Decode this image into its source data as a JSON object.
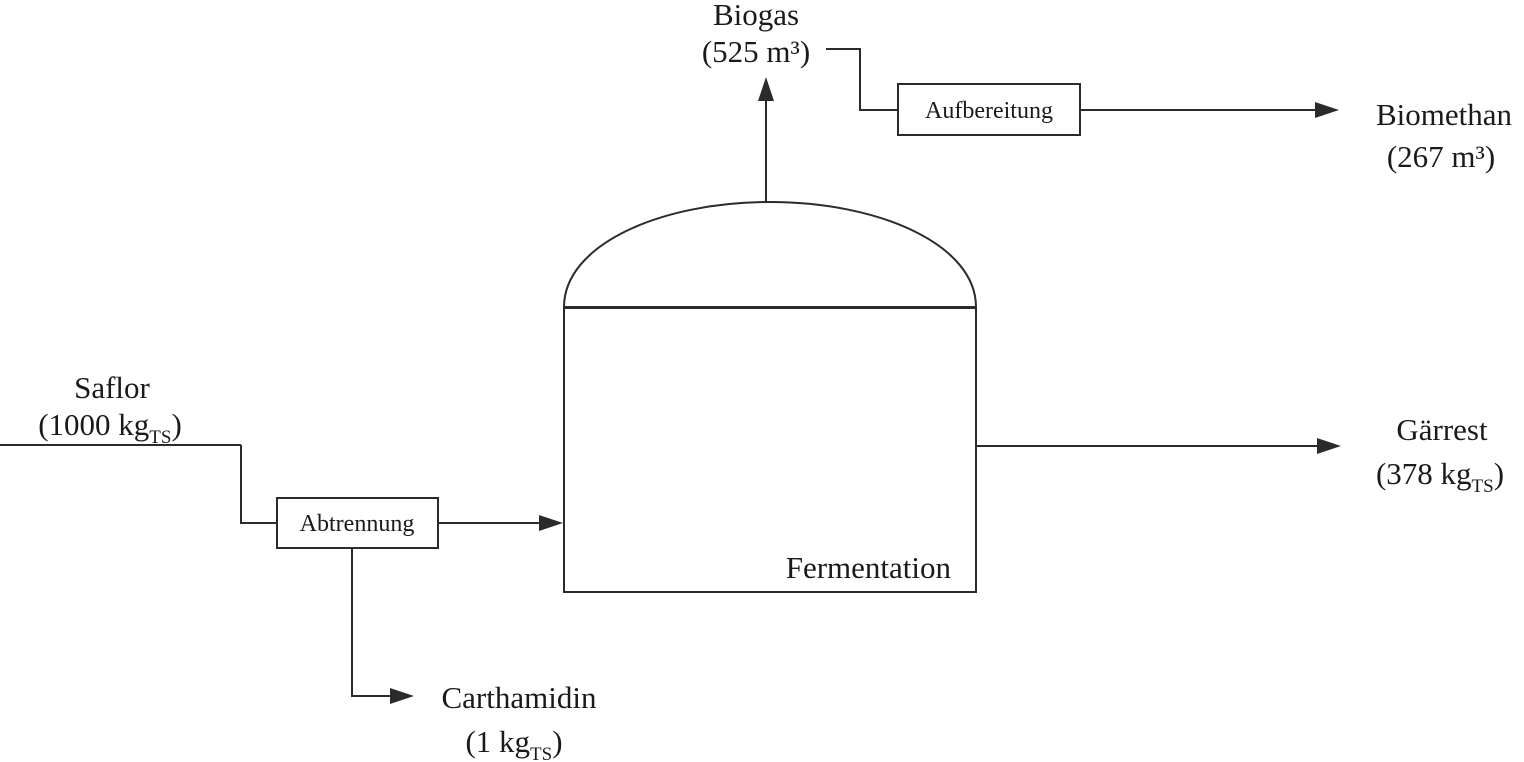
{
  "flows": {
    "saflor": {
      "name": "Saflor",
      "amount_open": "(1000 kg",
      "unit_sub": "TS",
      "amount_close": ")"
    },
    "biogas": {
      "name": "Biogas",
      "amount": "(525 m³)"
    },
    "biomethan": {
      "name": "Biomethan",
      "amount": "(267 m³)"
    },
    "gaerrest": {
      "name": "Gärrest",
      "amount_open": "(378 kg",
      "unit_sub": "TS",
      "amount_close": ")"
    },
    "carthamidin": {
      "name": "Carthamidin",
      "amount_open": "(1 kg",
      "unit_sub": "TS",
      "amount_close": ")"
    }
  },
  "processes": {
    "abtrennung": "Abtrennung",
    "aufbereitung": "Aufbereitung",
    "fermentation": "Fermentation"
  },
  "colors": {
    "stroke": "#2b2b2b",
    "text": "#1a1a1a",
    "background": "#ffffff"
  }
}
